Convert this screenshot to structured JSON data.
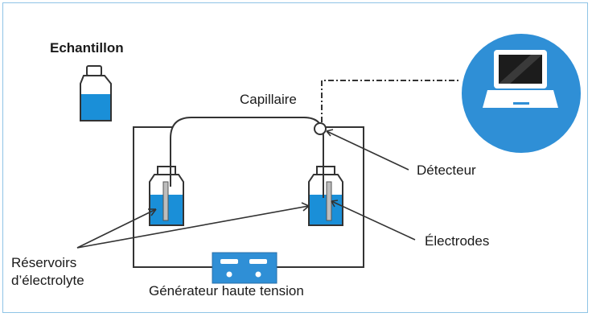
{
  "labels": {
    "sample": "Echantillon",
    "capillary": "Capillaire",
    "detector": "Détecteur",
    "electrodes": "Électrodes",
    "reservoirs_line1": "Réservoirs",
    "reservoirs_line2": "d’électrolyte",
    "generator": "Générateur haute tension"
  },
  "icons": {
    "computer": "laptop-icon",
    "sample": "vial-icon",
    "generator": "power-supply-icon"
  },
  "colors": {
    "frame_border": "#8fc4e6",
    "liquid": "#1a8fd8",
    "computer_circle": "#2f8fd6",
    "generator_body": "#2f8fd6",
    "lines": "#333333"
  }
}
